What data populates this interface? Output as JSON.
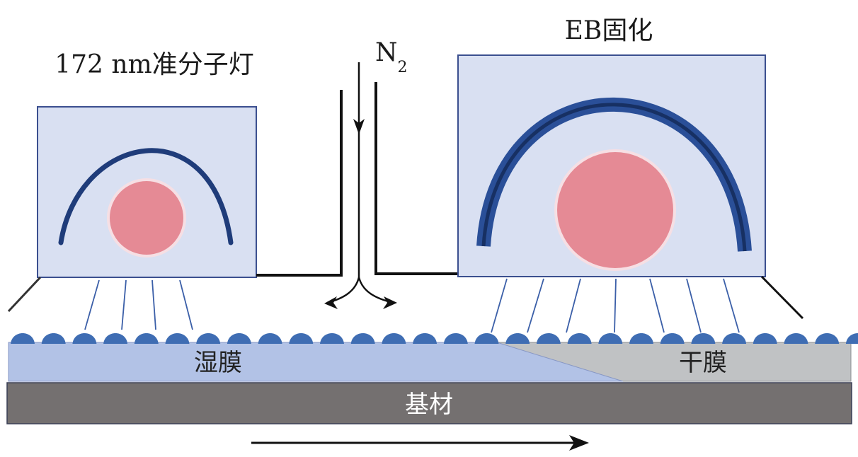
{
  "labels": {
    "excimer_lamp": "172 nm准分子灯",
    "eb_cure": "EB固化",
    "gas": "N",
    "gas_sub": "2",
    "wet_film": "湿膜",
    "dry_film": "干膜",
    "substrate": "基材"
  },
  "colors": {
    "box_fill": "#d9e0f2",
    "box_stroke": "#3b4f8f",
    "arc": "#1f3c7a",
    "arc_inner": "#173063",
    "core": "#e58a95",
    "core_ring": "#f6dfe4",
    "droplet": "#3f6db3",
    "beam": "#3b5fa8",
    "wet_film": "#b2c2e6",
    "dry_film": "#c0c2c4",
    "substrate": "#747070",
    "line": "#111111"
  }
}
